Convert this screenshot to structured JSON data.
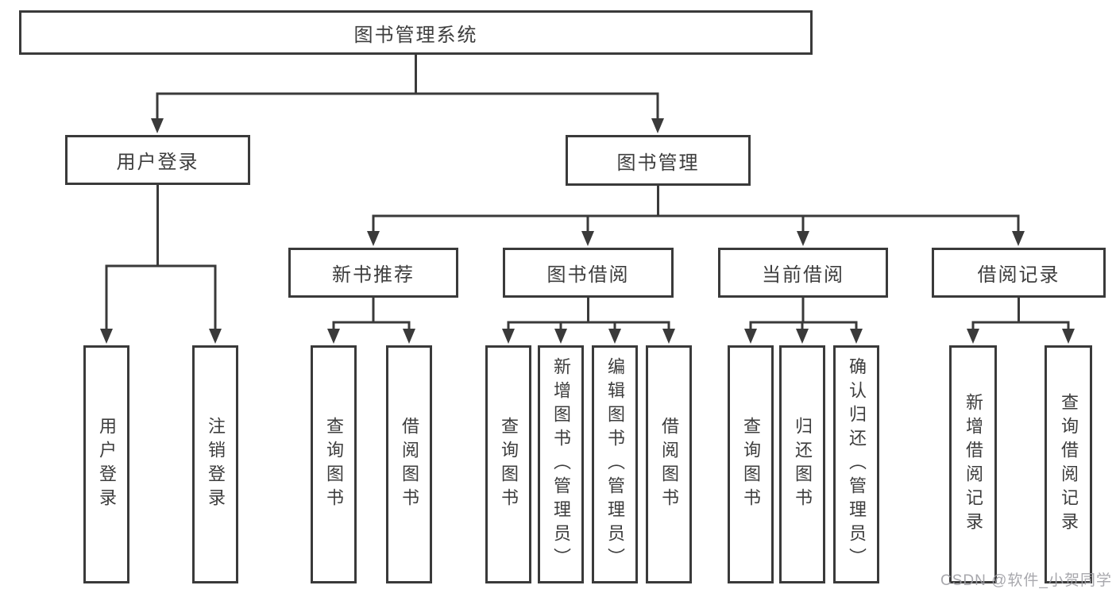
{
  "tree": {
    "root": {
      "label": "图书管理系统"
    },
    "branches": [
      {
        "label": "用户登录",
        "leaves": [
          "用户登录",
          "注销登录"
        ]
      },
      {
        "label": "图书管理",
        "sections": [
          {
            "label": "新书推荐",
            "leaves": [
              "查询图书",
              "借阅图书"
            ]
          },
          {
            "label": "图书借阅",
            "leaves": [
              "查询图书",
              "新增图书（管理员）",
              "编辑图书（管理员）",
              "借阅图书"
            ]
          },
          {
            "label": "当前借阅",
            "leaves": [
              "查询图书",
              "归还图书",
              "确认归还（管理员）"
            ]
          },
          {
            "label": "借阅记录",
            "leaves": [
              "新增借阅记录",
              "查询借阅记录"
            ]
          }
        ]
      }
    ]
  },
  "watermark": "CSDN @软件_小贺同学",
  "colors": {
    "line": "#3a3a3a",
    "text": "#3d3d3d",
    "background": "#ffffff",
    "watermark": "#9e9ea4"
  }
}
